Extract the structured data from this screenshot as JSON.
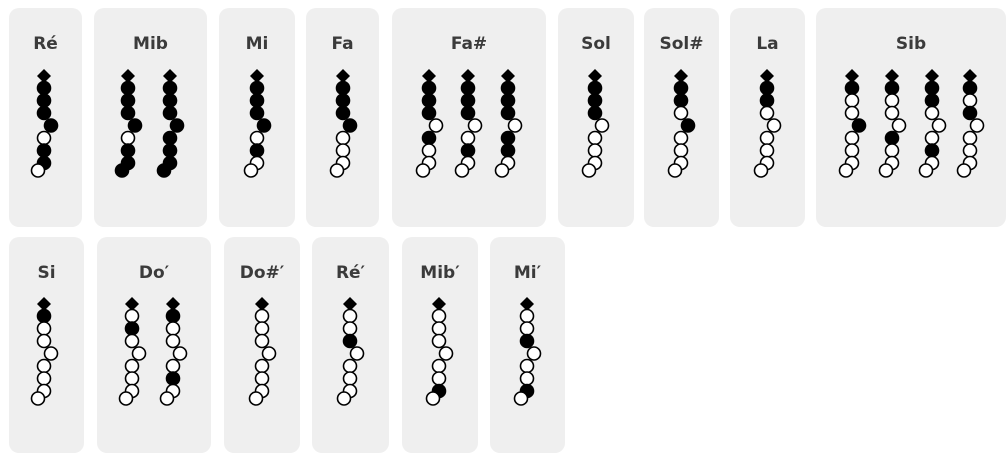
{
  "hole_colors": {
    "closed": "#000000",
    "open": "#ffffff",
    "outline": "#000000",
    "card": "#efefef",
    "title": "#3b3b3b"
  },
  "notes": [
    {
      "name": "Ré",
      "fingerings": [
        [
          1,
          1,
          1,
          1,
          0,
          1,
          1,
          0
        ]
      ]
    },
    {
      "name": "Mib",
      "fingerings": [
        [
          1,
          1,
          1,
          1,
          0,
          1,
          1,
          1
        ],
        [
          1,
          1,
          1,
          1,
          1,
          1,
          1,
          1
        ]
      ]
    },
    {
      "name": "Mi",
      "fingerings": [
        [
          1,
          1,
          1,
          1,
          0,
          1,
          0,
          0
        ]
      ]
    },
    {
      "name": "Fa",
      "fingerings": [
        [
          1,
          1,
          1,
          1,
          0,
          0,
          0,
          0
        ]
      ]
    },
    {
      "name": "Fa#",
      "fingerings": [
        [
          1,
          1,
          1,
          0,
          1,
          0,
          0,
          0
        ],
        [
          1,
          1,
          1,
          0,
          0,
          1,
          0,
          0
        ],
        [
          1,
          1,
          1,
          0,
          1,
          1,
          0,
          0
        ]
      ]
    },
    {
      "name": "Sol",
      "fingerings": [
        [
          1,
          1,
          1,
          0,
          0,
          0,
          0,
          0
        ]
      ]
    },
    {
      "name": "Sol#",
      "fingerings": [
        [
          1,
          1,
          0,
          1,
          0,
          0,
          0,
          0
        ]
      ]
    },
    {
      "name": "La",
      "fingerings": [
        [
          1,
          1,
          0,
          0,
          0,
          0,
          0,
          0
        ]
      ]
    },
    {
      "name": "Sib",
      "fingerings": [
        [
          1,
          0,
          0,
          1,
          0,
          0,
          0,
          0
        ],
        [
          1,
          0,
          0,
          0,
          1,
          0,
          0,
          0
        ],
        [
          1,
          1,
          0,
          0,
          0,
          1,
          0,
          0
        ],
        [
          1,
          0,
          1,
          0,
          0,
          0,
          0,
          0
        ]
      ]
    },
    {
      "name": "Si",
      "fingerings": [
        [
          1,
          0,
          0,
          0,
          0,
          0,
          0,
          0
        ]
      ]
    },
    {
      "name": "Do′",
      "fingerings": [
        [
          0,
          1,
          0,
          0,
          0,
          0,
          0,
          0
        ],
        [
          1,
          0,
          0,
          0,
          0,
          1,
          0,
          0
        ]
      ]
    },
    {
      "name": "Do#′",
      "fingerings": [
        [
          0,
          0,
          0,
          0,
          0,
          0,
          0,
          0
        ]
      ]
    },
    {
      "name": "Ré′",
      "fingerings": [
        [
          0,
          0,
          1,
          0,
          0,
          0,
          0,
          0
        ]
      ]
    },
    {
      "name": "Mib′",
      "fingerings": [
        [
          0,
          0,
          0,
          0,
          0,
          0,
          1,
          0
        ]
      ]
    },
    {
      "name": "Mi′",
      "fingerings": [
        [
          0,
          0,
          1,
          0,
          0,
          0,
          1,
          0
        ]
      ]
    }
  ]
}
